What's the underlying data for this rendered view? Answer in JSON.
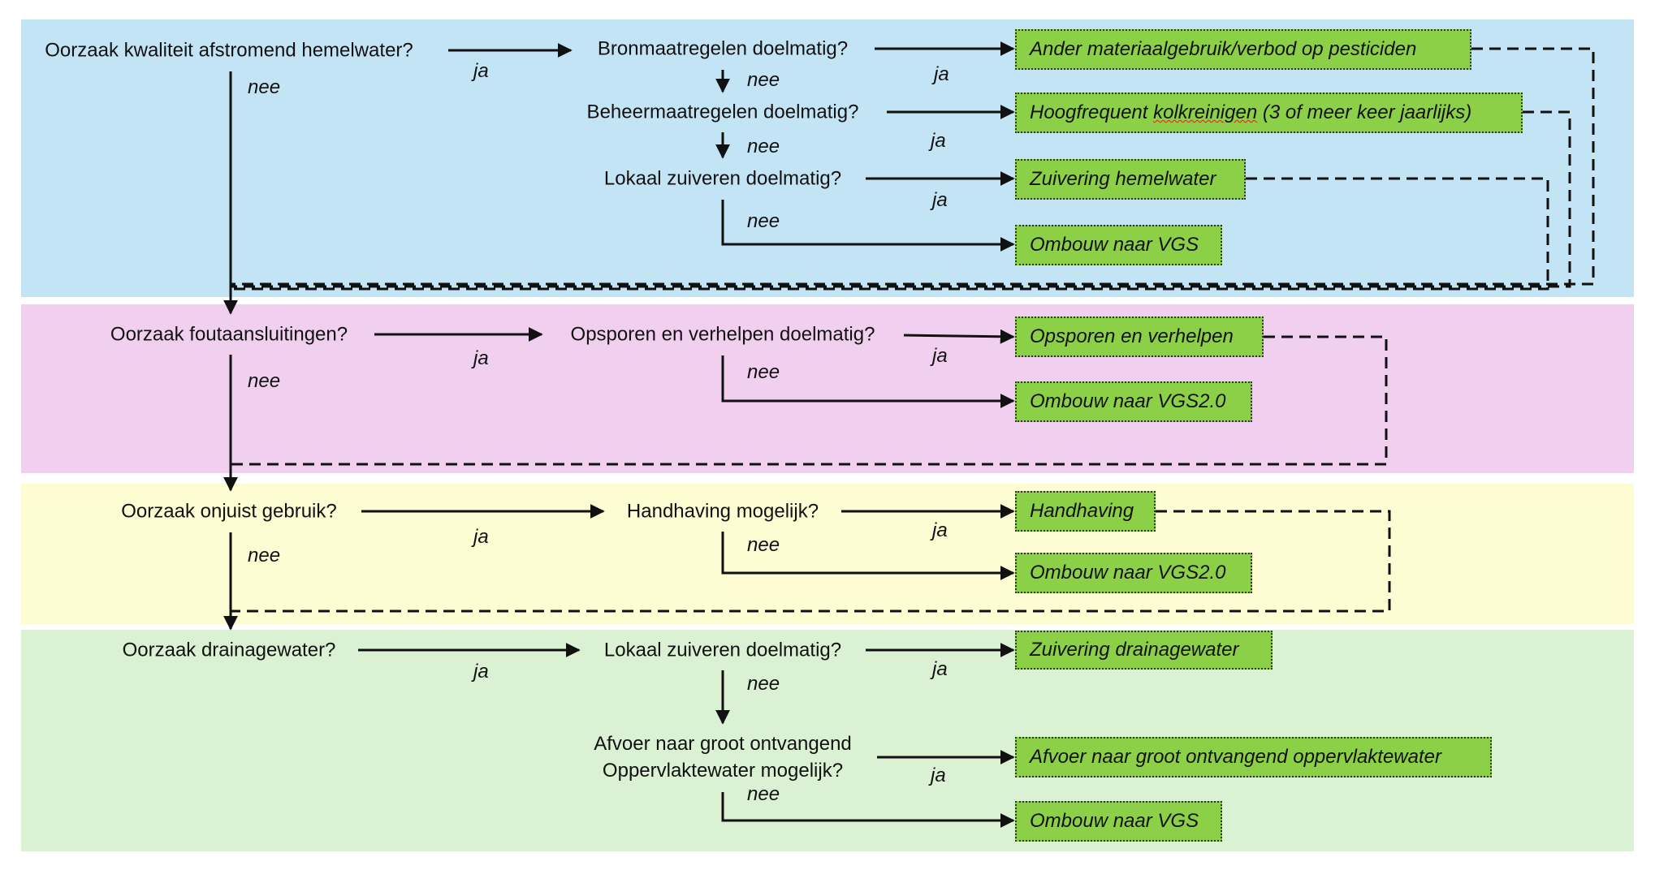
{
  "colors": {
    "band_1": "#c3e4f4",
    "band_2": "#f0d0ee",
    "band_3": "#fdfcd2",
    "band_4": "#daf1d3",
    "action_fill": "#8cd048"
  },
  "labels": {
    "yes": "ja",
    "no": "nee"
  },
  "questions": {
    "q_kwaliteit": "Oorzaak kwaliteit afstromend hemelwater?",
    "q_bron": "Bronmaatregelen doelmatig?",
    "q_beheer": "Beheermaatregelen doelmatig?",
    "q_lokaal1": "Lokaal zuiveren doelmatig?",
    "q_fout": "Oorzaak foutaansluitingen?",
    "q_opsporen": "Opsporen en verhelpen doelmatig?",
    "q_onjuist": "Oorzaak onjuist gebruik?",
    "q_handhaving": "Handhaving mogelijk?",
    "q_drainage": "Oorzaak drainagewater?",
    "q_lokaal2": "Lokaal zuiveren doelmatig?",
    "q_afvoer_line1": "Afvoer naar groot ontvangend",
    "q_afvoer_line2": "Oppervlaktewater mogelijk?"
  },
  "actions": {
    "a_materiaal": "Ander materiaalgebruik/verbod op pesticiden",
    "a_kolk_pre": "Hoogfrequent ",
    "a_kolk_word": "kolkreinigen",
    "a_kolk_post": " (3 of meer keer jaarlijks)",
    "a_zuivering_hemel": "Zuivering hemelwater",
    "a_vgs1": "Ombouw naar VGS",
    "a_opsporen": "Opsporen en verhelpen",
    "a_vgs2a": "Ombouw naar VGS2.0",
    "a_handhaving": "Handhaving",
    "a_vgs2b": "Ombouw naar VGS2.0",
    "a_zuivering_drainage": "Zuivering drainagewater",
    "a_afvoer": "Afvoer naar groot ontvangend oppervlaktewater",
    "a_vgs3": "Ombouw naar VGS"
  }
}
